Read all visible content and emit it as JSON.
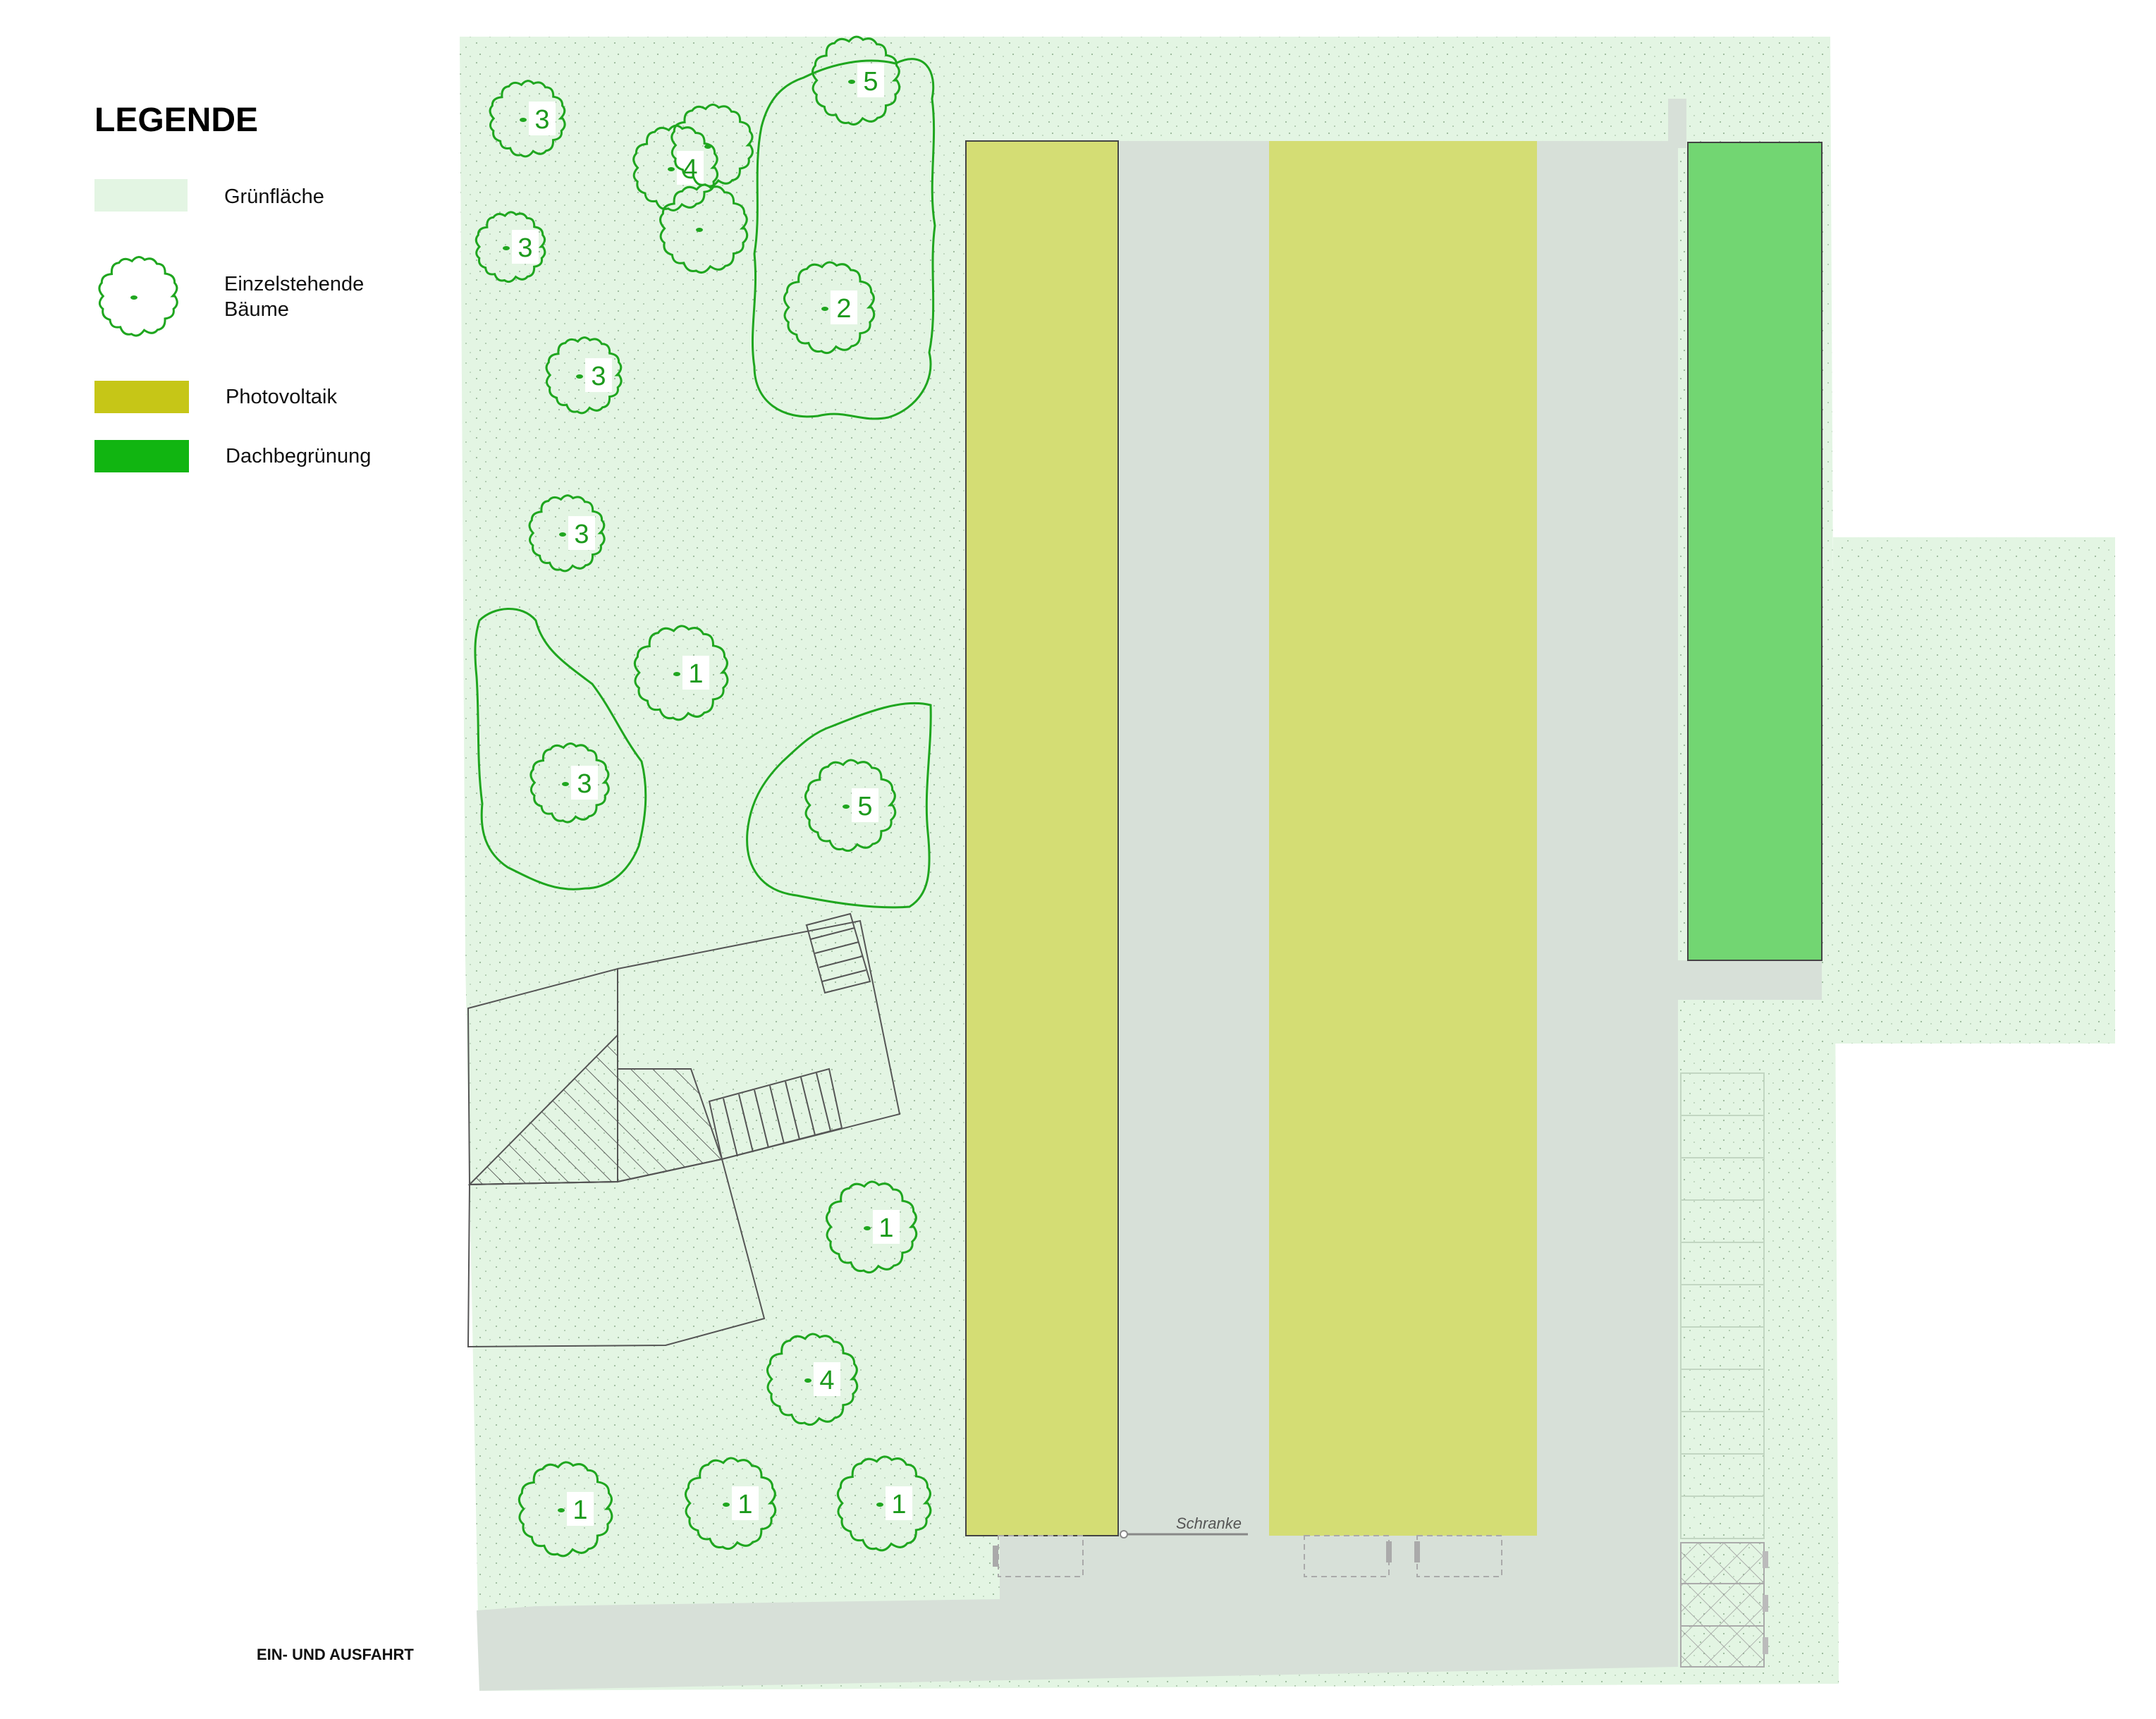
{
  "legend": {
    "title": "LEGENDE",
    "items": [
      {
        "id": "gruenflaeche",
        "label": "Grünfläche",
        "color": "#e3f5e3"
      },
      {
        "id": "baeume",
        "label_line1": "Einzelstehende",
        "label_line2": "Bäume",
        "icon": "tree-icon",
        "color": "#1fa61f"
      },
      {
        "id": "photovoltaik",
        "label": "Photovoltaik",
        "color": "#c6c617"
      },
      {
        "id": "dachbegruenung",
        "label": "Dachbegrünung",
        "color": "#11b511"
      }
    ]
  },
  "colors": {
    "green_area": "#e3f5e3",
    "pv_fill": "#d4dd74",
    "roof_green_fill": "#72d672",
    "road": "#d7e0d8",
    "tree_outline": "#1fa61f"
  },
  "labels": {
    "barrier": "Schranke",
    "entrance": "EIN- UND AUSFAHRT"
  },
  "trees": [
    {
      "label": "5"
    },
    {
      "label": "3"
    },
    {
      "label": "4"
    },
    {
      "label": "3"
    },
    {
      "label": "2"
    },
    {
      "label": "3"
    },
    {
      "label": "3"
    },
    {
      "label": "1"
    },
    {
      "label": "3"
    },
    {
      "label": "5"
    },
    {
      "label": "1"
    },
    {
      "label": "4"
    },
    {
      "label": "1"
    },
    {
      "label": "1"
    },
    {
      "label": "1"
    }
  ]
}
